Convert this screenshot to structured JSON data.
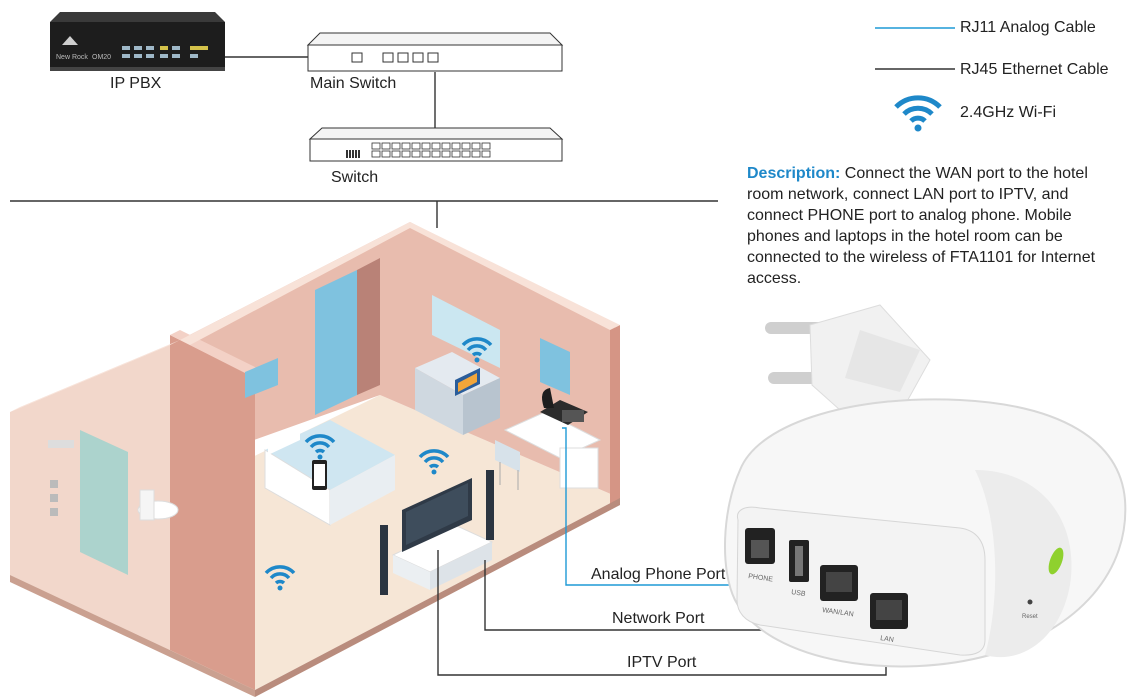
{
  "devices": {
    "pbx_label": "IP PBX",
    "pbx_brand": "New Rock",
    "pbx_model": "OM20",
    "main_switch_label": "Main Switch",
    "switch_label": "Switch"
  },
  "legend": {
    "rj11": "RJ11 Analog Cable",
    "rj45": "RJ45 Ethernet Cable",
    "wifi": "2.4GHz Wi-Fi"
  },
  "description": {
    "heading": "Description:",
    "text": " Connect the WAN port to the hotel room network, connect LAN port to IPTV, and connect PHONE port to analog phone. Mobile phones and laptops in the hotel room can be connected to the wireless of FTA1101 for Internet access."
  },
  "ports": {
    "analog_phone": "Analog Phone Port",
    "network": "Network Port",
    "iptv": "IPTV Port"
  },
  "device_ports": {
    "phone": "PHONE",
    "usb": "USB",
    "wan": "WAN/LAN",
    "lan": "LAN",
    "reset": "Reset"
  },
  "colors": {
    "rj11": "#1e9ad6",
    "rj45": "#333333",
    "wifi": "#1e88c9",
    "accent": "#1e88c9",
    "wall": "#e6b8a9",
    "floor": "#f4e3d3"
  }
}
